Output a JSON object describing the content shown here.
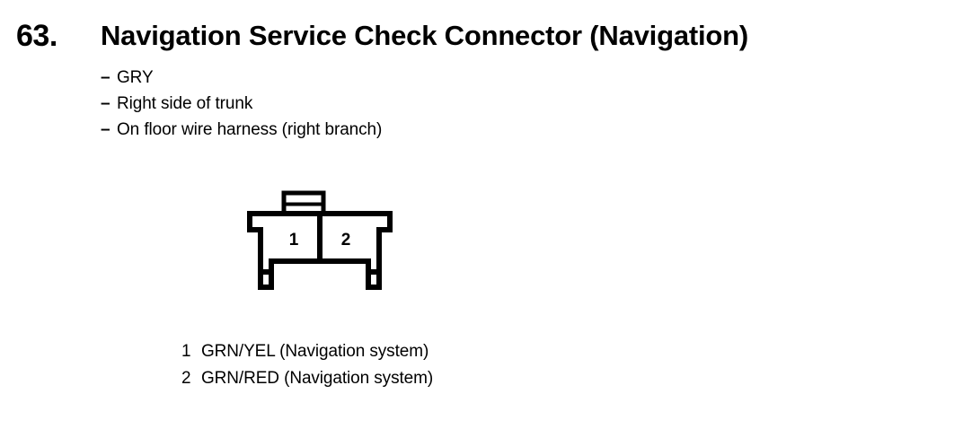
{
  "page": {
    "item_number": "63.",
    "title": "Navigation Service Check Connector (Navigation)"
  },
  "details": {
    "dash": "–",
    "lines": [
      "GRY",
      "Right side of trunk",
      "On floor wire harness (right branch)"
    ]
  },
  "connector": {
    "pins": [
      {
        "number": "1"
      },
      {
        "number": "2"
      }
    ],
    "outline_color": "#000000",
    "fill_color": "#ffffff"
  },
  "legend": {
    "rows": [
      {
        "pin": "1",
        "text": "GRN/YEL (Navigation system)"
      },
      {
        "pin": "2",
        "text": "GRN/RED (Navigation system)"
      }
    ]
  }
}
